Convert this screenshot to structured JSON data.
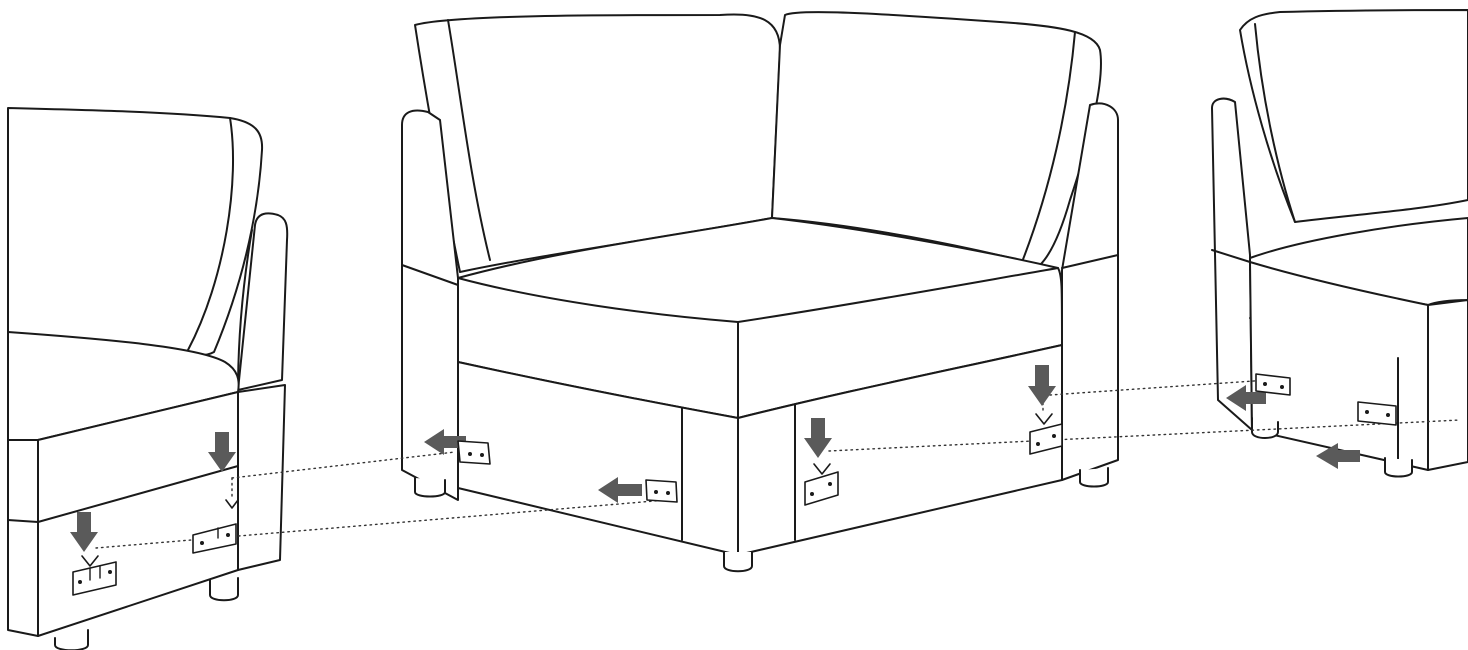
{
  "figure": {
    "description_visible_text": "",
    "colors": {
      "line": "#1a1a1a",
      "arrow": "#5a5a5a",
      "connector": "#333333",
      "background": "#ffffff"
    },
    "parts": {
      "left_module": "armless-sofa-section",
      "center_module": "corner-sofa-section",
      "right_module": "armless-sofa-section"
    },
    "icons": [
      "down-arrow-icon",
      "left-arrow-icon",
      "connector-bracket-icon"
    ]
  }
}
